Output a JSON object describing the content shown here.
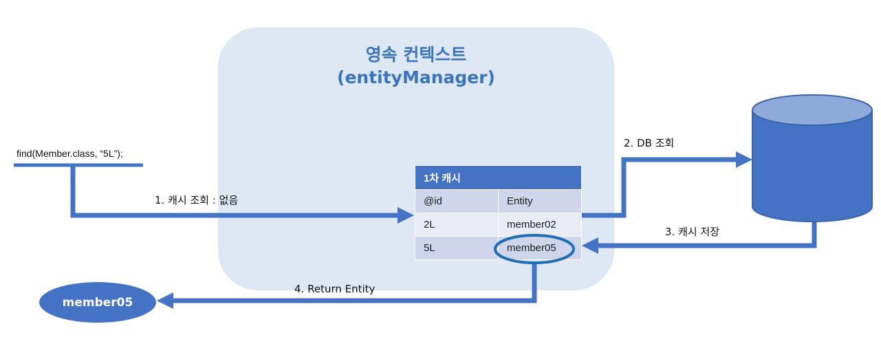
{
  "context": {
    "title_line1": "영속 컨텍스트",
    "title_line2": "(entityManager)"
  },
  "call": "find(Member.class, “5L”);",
  "steps": {
    "step1": "1. 캐시 조회 : 없음",
    "step2": "2. DB 조회",
    "step3": "3. 캐시 저장",
    "step4": "4. Return Entity"
  },
  "cache": {
    "title": "1차 캐시",
    "columns": [
      "@id",
      "Entity"
    ],
    "rows": [
      {
        "id": "2L",
        "entity": "member02"
      },
      {
        "id": "5L",
        "entity": "member05"
      }
    ]
  },
  "result": "member05",
  "colors": {
    "arrow": "#4472c4",
    "panel": "#dde8f4",
    "title": "#3b74bd",
    "db_body": "#4472c4",
    "db_top": "#8eaadb",
    "highlight_ring": "#1f6db4"
  }
}
